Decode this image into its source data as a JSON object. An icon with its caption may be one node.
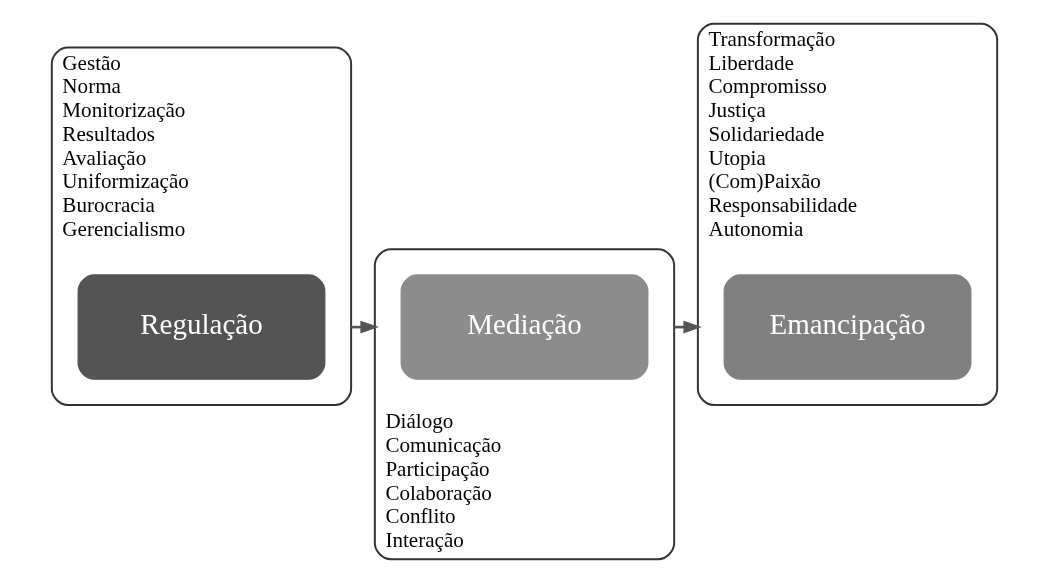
{
  "diagram": {
    "nodes": [
      {
        "text": [
          "Gestão",
          "Norma",
          "Monitorização",
          "Resultados",
          "Avaliação",
          "Uniformização",
          "Burocracia",
          "Gerencialismo"
        ]
      },
      {
        "text": [
          "Regulação"
        ],
        "in": 0
      },
      {
        "text": [
          "Diálogo",
          "Comunicação",
          "Participação",
          "Colaboração",
          "Conflito",
          "Interação"
        ]
      },
      {
        "text": [
          "Mediação"
        ],
        "in": 2
      },
      {
        "text": [
          "Transformação",
          "Liberdade",
          "Compromisso",
          "Justiça",
          "Solidariedade",
          "Utopia",
          "(Com)Paixão",
          "Responsabilidade",
          "Autonomia"
        ]
      },
      {
        "text": [
          "Emancipação"
        ],
        "in": 4
      }
    ],
    "edges": [
      {
        "from": 0,
        "to": 2,
        "arrow": "to"
      },
      {
        "from": 2,
        "to": 4,
        "arrow": "to"
      }
    ]
  }
}
